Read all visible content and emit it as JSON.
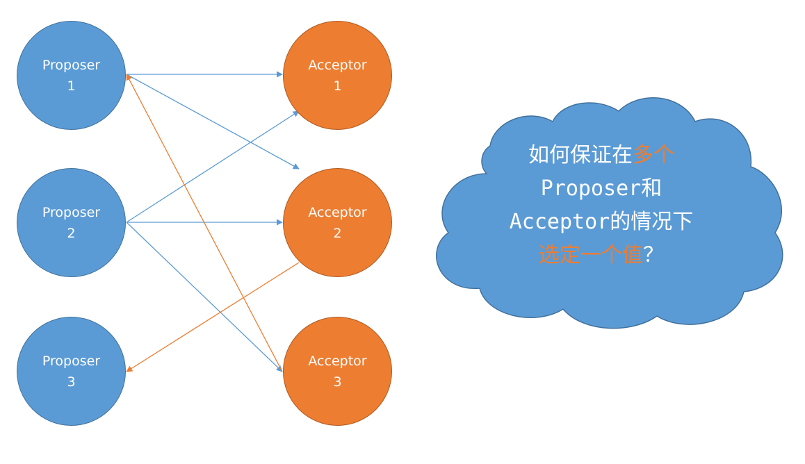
{
  "proposers": [
    {
      "label": "Proposer",
      "number": "1"
    },
    {
      "label": "Proposer",
      "number": "2"
    },
    {
      "label": "Proposer",
      "number": "3"
    }
  ],
  "acceptors": [
    {
      "label": "Acceptor",
      "number": "1"
    },
    {
      "label": "Acceptor",
      "number": "2"
    },
    {
      "label": "Acceptor",
      "number": "3"
    }
  ],
  "cloud": {
    "line1": "如何保证在",
    "line1_highlight": "多个",
    "line2": "Proposer和",
    "line3": "Acceptor的情况下",
    "line4_highlight": "选定一个值",
    "line4": "？"
  },
  "colors": {
    "proposer": "#5b9bd5",
    "acceptor": "#ed7d31",
    "blue_arrow": "#5b9bd5",
    "orange_arrow": "#ed7d31",
    "cloud": "#5b9bd5",
    "highlight_text": "#ed7d31"
  }
}
